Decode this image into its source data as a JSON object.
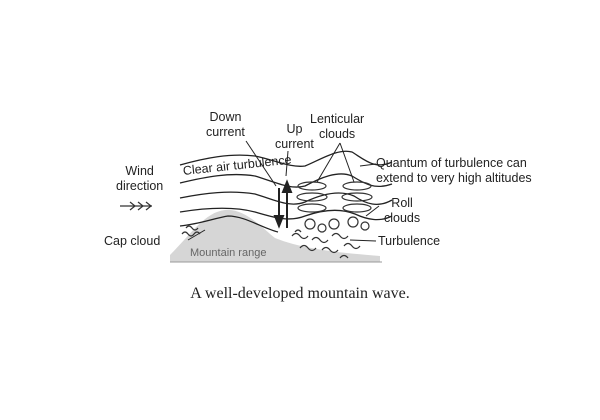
{
  "labels": {
    "down_current": "Down\ncurrent",
    "up_current": "Up\ncurrent",
    "lenticular_clouds": "Lenticular\nclouds",
    "wind_direction": "Wind\ndirection",
    "clear_air_turbulence": "Clear air turbulence",
    "quantum_turbulence": "Quantum of turbulence can\nextend to very high altitudes",
    "roll_clouds": "Roll\nclouds",
    "turbulence": "Turbulence",
    "cap_cloud": "Cap cloud",
    "mountain_range": "Mountain range"
  },
  "caption": "A well-developed mountain wave."
}
